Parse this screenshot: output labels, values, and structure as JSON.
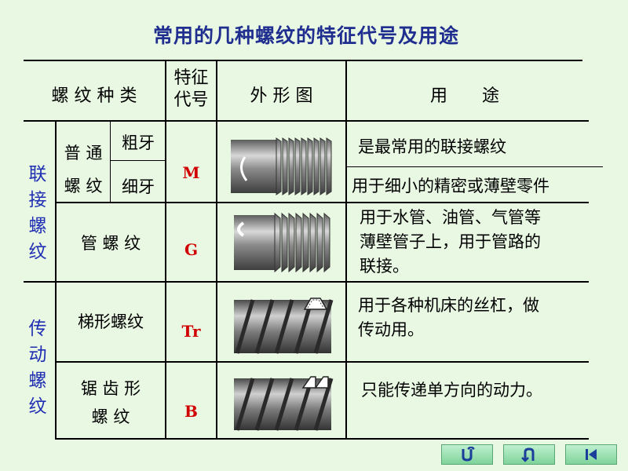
{
  "title": "常用的几种螺纹的特征代号及用途",
  "header": {
    "type": "螺 纹 种 类",
    "code_line1": "特征",
    "code_line2": "代号",
    "shape": "外 形 图",
    "use": "用　　途"
  },
  "groups": {
    "connect": [
      "联",
      "接",
      "螺",
      "纹"
    ],
    "drive": [
      "传",
      "动",
      "螺",
      "纹"
    ]
  },
  "rows": {
    "normal": {
      "line1": "普 通",
      "line2": "螺 纹",
      "coarse": "粗牙",
      "fine": "细牙",
      "code": "M",
      "use_coarse": "是最常用的联接螺纹",
      "use_fine": "用于细小的精密或薄壁零件"
    },
    "pipe": {
      "name": "管 螺 纹",
      "code": "G",
      "use": [
        "用于水管、油管、气管等",
        "薄壁管子上，用于管路的",
        "联接。"
      ]
    },
    "trapezoid": {
      "name": "梯形螺纹",
      "code": "Tr",
      "use": [
        "用于各种机床的丝杠，做",
        "传动用。"
      ]
    },
    "buttress": {
      "line1": "锯 齿 形",
      "line2": "螺 纹",
      "code": "B",
      "use": "只能传递单方向的动力。"
    }
  },
  "nav": {
    "icons": [
      "return-icon",
      "back-arrow-icon",
      "first-page-icon"
    ]
  },
  "colors": {
    "background": "#e9f8e3",
    "title": "#1f2e8f",
    "group_label": "#1f2eb2",
    "code": "#d10000"
  }
}
